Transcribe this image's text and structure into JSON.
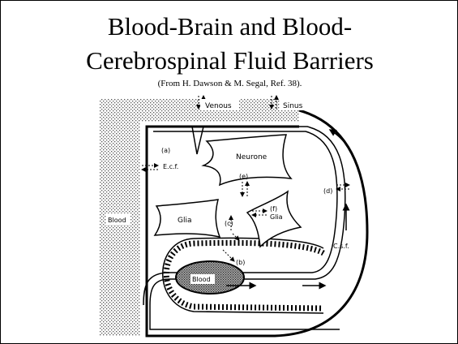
{
  "slide": {
    "title_line1": "Blood-Brain and Blood-",
    "title_line2": "Cerebrospinal Fluid Barriers",
    "source": "(From H. Dawson & M. Segal, Ref. 38)."
  },
  "diagram": {
    "labels": {
      "venous": "Venous",
      "sinus": "Sinus",
      "a": "(a)",
      "ecf": "E.c.f.",
      "neurone": "Neurone",
      "e": "(e)",
      "d": "(d)",
      "glia_left": "Glia",
      "f": "(f)",
      "glia_right": "Glia",
      "c": "(c)",
      "blood_left": "Blood",
      "csf": "C.s.f.",
      "b": "(b)",
      "blood_center": "Blood"
    },
    "colors": {
      "ink": "#000000",
      "paper": "#ffffff",
      "stipple": "#8a8a8a"
    }
  }
}
